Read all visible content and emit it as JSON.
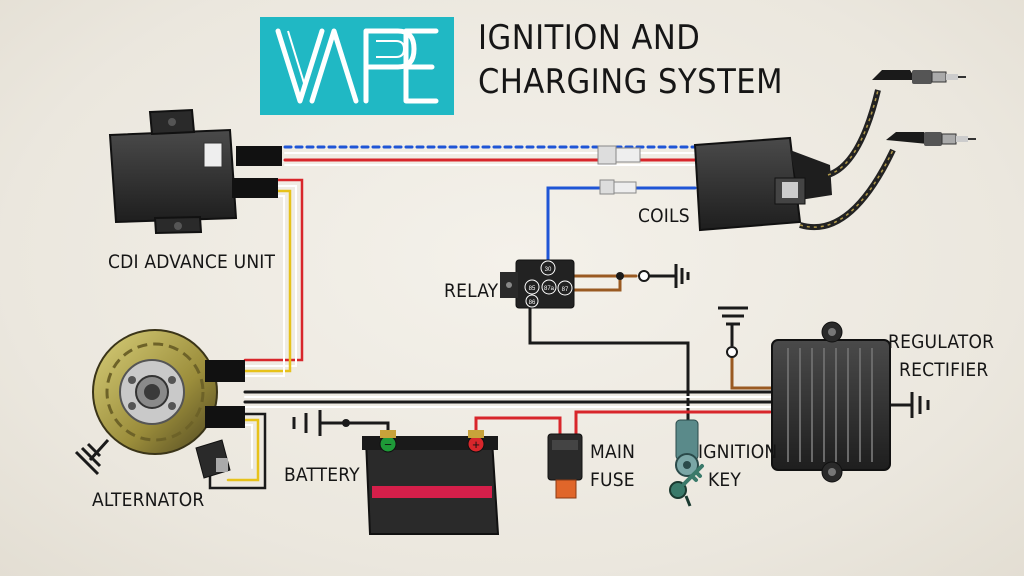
{
  "header": {
    "logo_text": "VAPE",
    "title_line1": "IGNITION AND",
    "title_line2": "CHARGING SYSTEM"
  },
  "labels": {
    "cdi": "CDI ADVANCE UNIT",
    "coils": "COILS",
    "relay": "RELAY",
    "regulator_line1": "REGULATOR",
    "regulator_line2": "RECTIFIER",
    "alternator": "ALTERNATOR",
    "battery": "BATTERY",
    "main_fuse_line1": "MAIN",
    "main_fuse_line2": "FUSE",
    "ignition_key_line1": "IGNITION",
    "ignition_key_line2": "KEY"
  },
  "relay_pins": [
    "30",
    "87a",
    "87",
    "85",
    "86"
  ],
  "battery_terminals": {
    "negative": "−",
    "positive": "+"
  },
  "colors": {
    "logo_bg": "#20b8c4",
    "wire_red": "#d8262b",
    "wire_blue": "#1f55d6",
    "wire_yellow": "#e7c21a",
    "wire_brown": "#9a5a22",
    "wire_black": "#1a1a1a",
    "component_dark": "#2c2c2c",
    "battery_stripe": "#d51f4a"
  },
  "icons": [
    "ground-symbol",
    "spark-plug",
    "fuse",
    "key",
    "fuse-holder"
  ]
}
